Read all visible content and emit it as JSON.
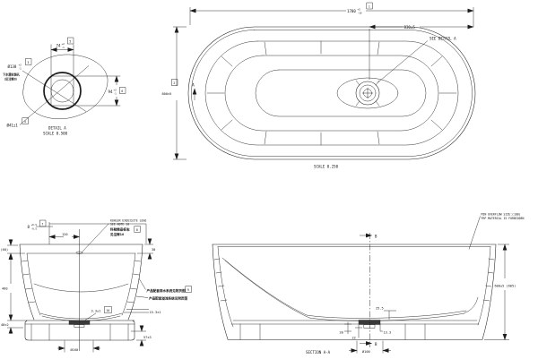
{
  "meta": {
    "ink_color": "#1c1c1c",
    "background_color": "#ffffff"
  },
  "top_view": {
    "dim_length": {
      "value": "1700",
      "tol_up": "+5",
      "tol_dn": "-10"
    },
    "balloon_length": "1",
    "dim_width": "800±5",
    "balloon_width": "2",
    "dim_drain_offset": "830±5",
    "see_detail_label": "SEE DETAIL A",
    "section_letter": "A",
    "scale_label": "SCALE 0.250"
  },
  "detail_view": {
    "title": "DETAIL A",
    "scale_label": "SCALE 0.500",
    "dim_top": {
      "value": "74",
      "tol_up": "+2",
      "tol_dn": "-1"
    },
    "balloon_top": "5",
    "dim_right": {
      "value": "94",
      "tol_up": "+2",
      "tol_dn": "-1"
    },
    "balloon_right": "6",
    "dim_flange": {
      "value": "Ø138",
      "tol_up": "+2",
      "tol_dn": "-1"
    },
    "balloon_flange": "3",
    "flange_note_cn1": "下水器安装孔",
    "flange_note_cn2": "（见注释9）",
    "dim_drain": "Ø41±1",
    "balloon_drain": "4"
  },
  "front_view": {
    "dim_logo": {
      "value": "8",
      "tol_up": "+0.5",
      "tol_dn": "-0.5"
    },
    "balloon_logo_dim": "7",
    "dim_logo_offset": "120",
    "logo_note_en1": "KOHLER EXQUISITE LOGO",
    "logo_note_en2": "SEE NOTE 10",
    "logo_note_cn1": "科勒精品标志",
    "logo_note_cn2": "见注释10",
    "balloon_logo_note": "8",
    "dim_rim_right": "30",
    "dim_rim_drop": "(60)",
    "dim_depth": "460",
    "dim_base_strip": "48±2",
    "dim_plinth": "57±3",
    "dim_step": "15.3±1",
    "dim_recess": "3.3±1",
    "balloon_recess": "10",
    "dim_base_dia": "Ø160",
    "note_cn1": "产品配套排水系统见附页图",
    "balloon_note": "9",
    "note_cn2": "产品配套溢流系统见附页图"
  },
  "side_view": {
    "title": "SECTION A-A",
    "overflow_note1": "MIN OVERFLOW SIZE:(180)",
    "overflow_note2": "FRP MATERIAL IS FORBIDDEN",
    "dim_height": "600±5 (605)",
    "dim_recess_offset": "25.5",
    "dim_a": "20",
    "dim_b": "22",
    "dim_c": "13.3",
    "dim_drain_dia": "Ø100",
    "section_letter": "B"
  }
}
